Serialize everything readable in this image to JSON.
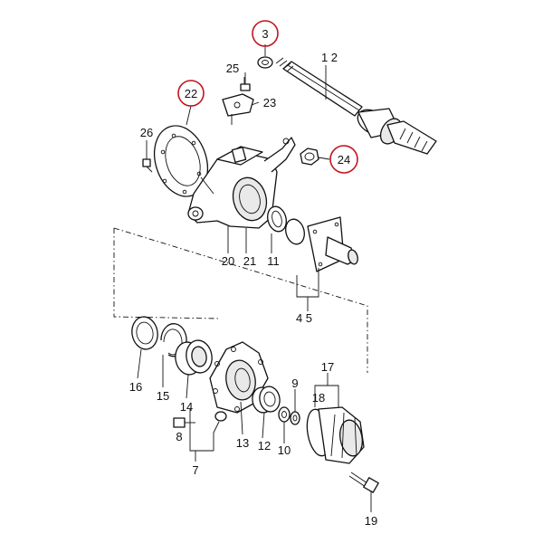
{
  "callouts": {
    "p3": "3",
    "p12top": "1 2",
    "p25": "25",
    "p22": "22",
    "p23": "23",
    "p26": "26",
    "p24": "24",
    "p20": "20",
    "p21": "21",
    "p11": "11",
    "p45": "4 5",
    "p16": "16",
    "p15": "15",
    "p14": "14",
    "p13": "13",
    "p12": "12",
    "p10": "10",
    "p9": "9",
    "p17": "17",
    "p18": "18",
    "p8": "8",
    "p7": "7",
    "p19": "19"
  },
  "highlight_color": "#c0141c",
  "line_color": "#111111"
}
